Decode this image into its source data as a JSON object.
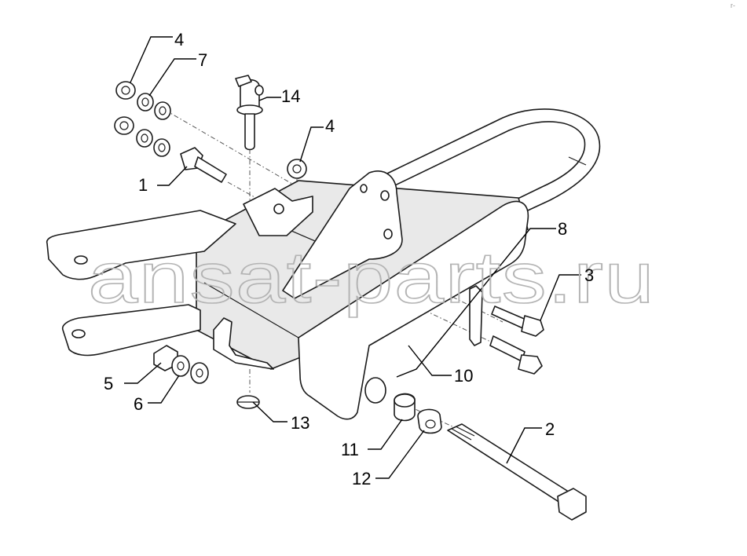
{
  "watermark": "ansat-parts.ru",
  "corner_mark": "r-",
  "callouts": {
    "c1": "1",
    "c2": "2",
    "c3": "3",
    "c4a": "4",
    "c4b": "4",
    "c5": "5",
    "c6": "6",
    "c7": "7",
    "c8": "8",
    "c10": "10",
    "c11": "11",
    "c12": "12",
    "c13": "13",
    "c14": "14"
  }
}
